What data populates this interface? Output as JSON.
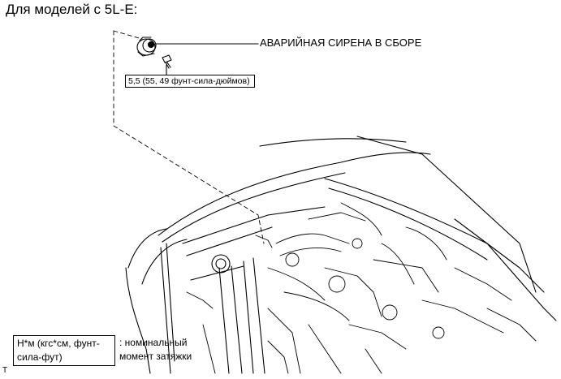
{
  "title": "Для моделей с 5L-E:",
  "part_label": "АВАРИЙНАЯ СИРЕНА В СБОРЕ",
  "torque_spec": "5,5 (55, 49 фунт-сила-дюймов)",
  "legend": {
    "units_line1": "Н*м (кгс*см, фунт-",
    "units_line2": "сила-фут)",
    "desc_line1": ": номинальный",
    "desc_line2": "момент затяжки"
  },
  "corner_mark": "T"
}
